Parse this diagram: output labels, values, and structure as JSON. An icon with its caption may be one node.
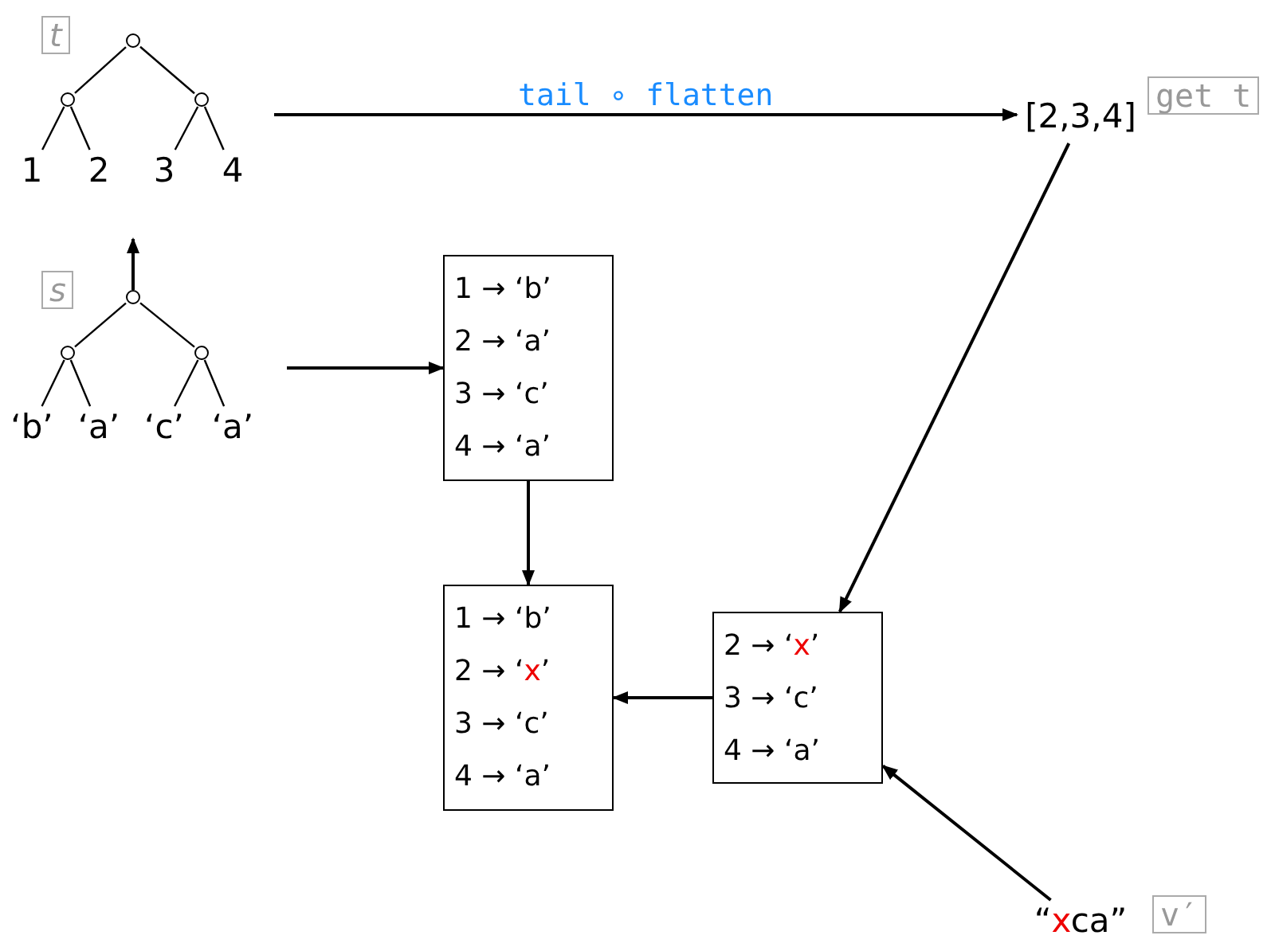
{
  "diagram": {
    "nodes": [
      {
        "text": [],
        "shape": "circle"
      },
      {
        "text": [],
        "shape": "circle"
      },
      {
        "text": [],
        "shape": "circle"
      },
      {
        "text": [
          "1"
        ]
      },
      {
        "text": [
          "2"
        ]
      },
      {
        "text": [
          "3"
        ]
      },
      {
        "text": [
          "4"
        ]
      },
      {
        "text": [
          "[2,3,4]"
        ],
        "beside": [
          "get t"
        ]
      },
      {
        "text": [],
        "shape": "circle"
      },
      {
        "text": [],
        "shape": "circle"
      },
      {
        "text": [],
        "shape": "circle"
      },
      {
        "text": [
          "‘b’"
        ]
      },
      {
        "text": [
          "‘a’"
        ]
      },
      {
        "text": [
          "‘c’"
        ]
      },
      {
        "text": [
          "‘a’"
        ]
      },
      {
        "text": [
          "1 → ‘b’",
          "2 → ‘a’",
          "3 → ‘c’",
          "4 → ‘a’"
        ]
      },
      {
        "text": [
          "1 → ‘b’",
          "2 → ‘x’",
          "3 → ‘c’",
          "4 → ‘a’"
        ]
      },
      {
        "text": [
          "2 → ‘x’",
          "3 → ‘c’",
          "4 → ‘a’"
        ]
      },
      {
        "text": [
          "“xca”"
        ],
        "beside": [
          "v′"
        ]
      }
    ],
    "edges": [
      {
        "from": 0,
        "to": 1,
        "arrow": "none"
      },
      {
        "from": 0,
        "to": 2,
        "arrow": "none"
      },
      {
        "from": 1,
        "to": 3,
        "arrow": "none"
      },
      {
        "from": 1,
        "to": 4,
        "arrow": "none"
      },
      {
        "from": 2,
        "to": 5,
        "arrow": "none"
      },
      {
        "from": 2,
        "to": 6,
        "arrow": "none"
      },
      {
        "from": 8,
        "to": 9,
        "arrow": "none"
      },
      {
        "from": 8,
        "to": 10,
        "arrow": "none"
      },
      {
        "from": 9,
        "to": 11,
        "arrow": "none"
      },
      {
        "from": 9,
        "to": 12,
        "arrow": "none"
      },
      {
        "from": 10,
        "to": 13,
        "arrow": "none"
      },
      {
        "from": 10,
        "to": 14,
        "arrow": "none"
      },
      {
        "from": 8,
        "to": null,
        "arrow": "to"
      },
      {
        "from": null,
        "to": 7,
        "arrow": "to",
        "label": "tail ∘ flatten"
      },
      {
        "from": null,
        "to": 15,
        "arrow": "to"
      },
      {
        "from": 15,
        "to": 16,
        "arrow": "to"
      },
      {
        "from": 7,
        "to": 17,
        "arrow": "to"
      },
      {
        "from": 17,
        "to": 16,
        "arrow": "to"
      },
      {
        "from": 18,
        "to": 17,
        "arrow": "to"
      }
    ],
    "labels": [
      "t",
      "s"
    ]
  }
}
